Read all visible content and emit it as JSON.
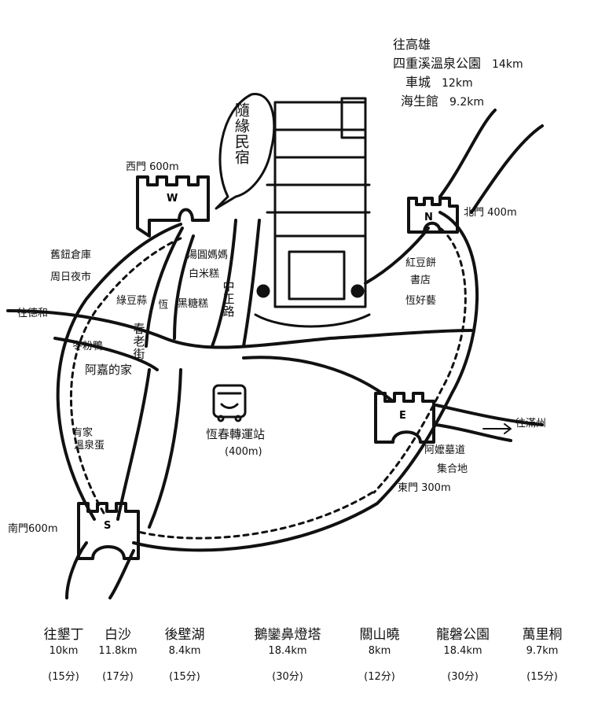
{
  "destinations_top": {
    "title": "往高雄",
    "items": [
      {
        "name": "四重溪溫泉公園",
        "distance": "14km"
      },
      {
        "name": "車城",
        "distance": "12km"
      },
      {
        "name": "海生館",
        "distance": "9.2km"
      }
    ]
  },
  "gates": {
    "west": {
      "letter": "W",
      "label": "西門 600m"
    },
    "north": {
      "letter": "N",
      "label": "北門 400m"
    },
    "east": {
      "letter": "E",
      "label": "東門 300m"
    },
    "south": {
      "letter": "S",
      "label": "南門600m"
    }
  },
  "landmarks": {
    "homestay": "隨緣民宿",
    "warehouse": "舊鈕倉庫",
    "market": "周日夜市",
    "to_checheng": "往德和",
    "green_bean": "綠豆蒜",
    "bing": "恆",
    "hengchun_old_street": "春老街",
    "dongfen": "冬粉鴨",
    "ahmei": "阿嘉的家",
    "youjia": "有家",
    "soup": "溫泉蛋",
    "tangyuan": "湯圓媽媽",
    "white_rice": "白米糕",
    "black_rice": "黑糖糕",
    "zhongzheng": "中正路",
    "redbean": "紅豆餅",
    "bookstore": "書店",
    "old_book": "恆好藝",
    "bus_station": "恆春轉運站",
    "bus_distance": "(400m)",
    "to_manzhou": "往滿州",
    "afang": "阿嬤墓道",
    "ji_di": "集合地"
  },
  "bottom_destinations": [
    {
      "name": "往墾丁",
      "distance": "10km",
      "time": "(15分)"
    },
    {
      "name": "白沙",
      "distance": "11.8km",
      "time": "(17分)"
    },
    {
      "name": "後壁湖",
      "distance": "8.4km",
      "time": "(15分)"
    },
    {
      "name": "鵝鑾鼻燈塔",
      "distance": "18.4km",
      "time": "(30分)"
    },
    {
      "name": "關山曉",
      "distance": "8km",
      "time": "(12分)"
    },
    {
      "name": "龍磐公園",
      "distance": "18.4km",
      "time": "(30分)"
    },
    {
      "name": "萬里桐",
      "distance": "9.7km",
      "time": "(15分)"
    }
  ]
}
